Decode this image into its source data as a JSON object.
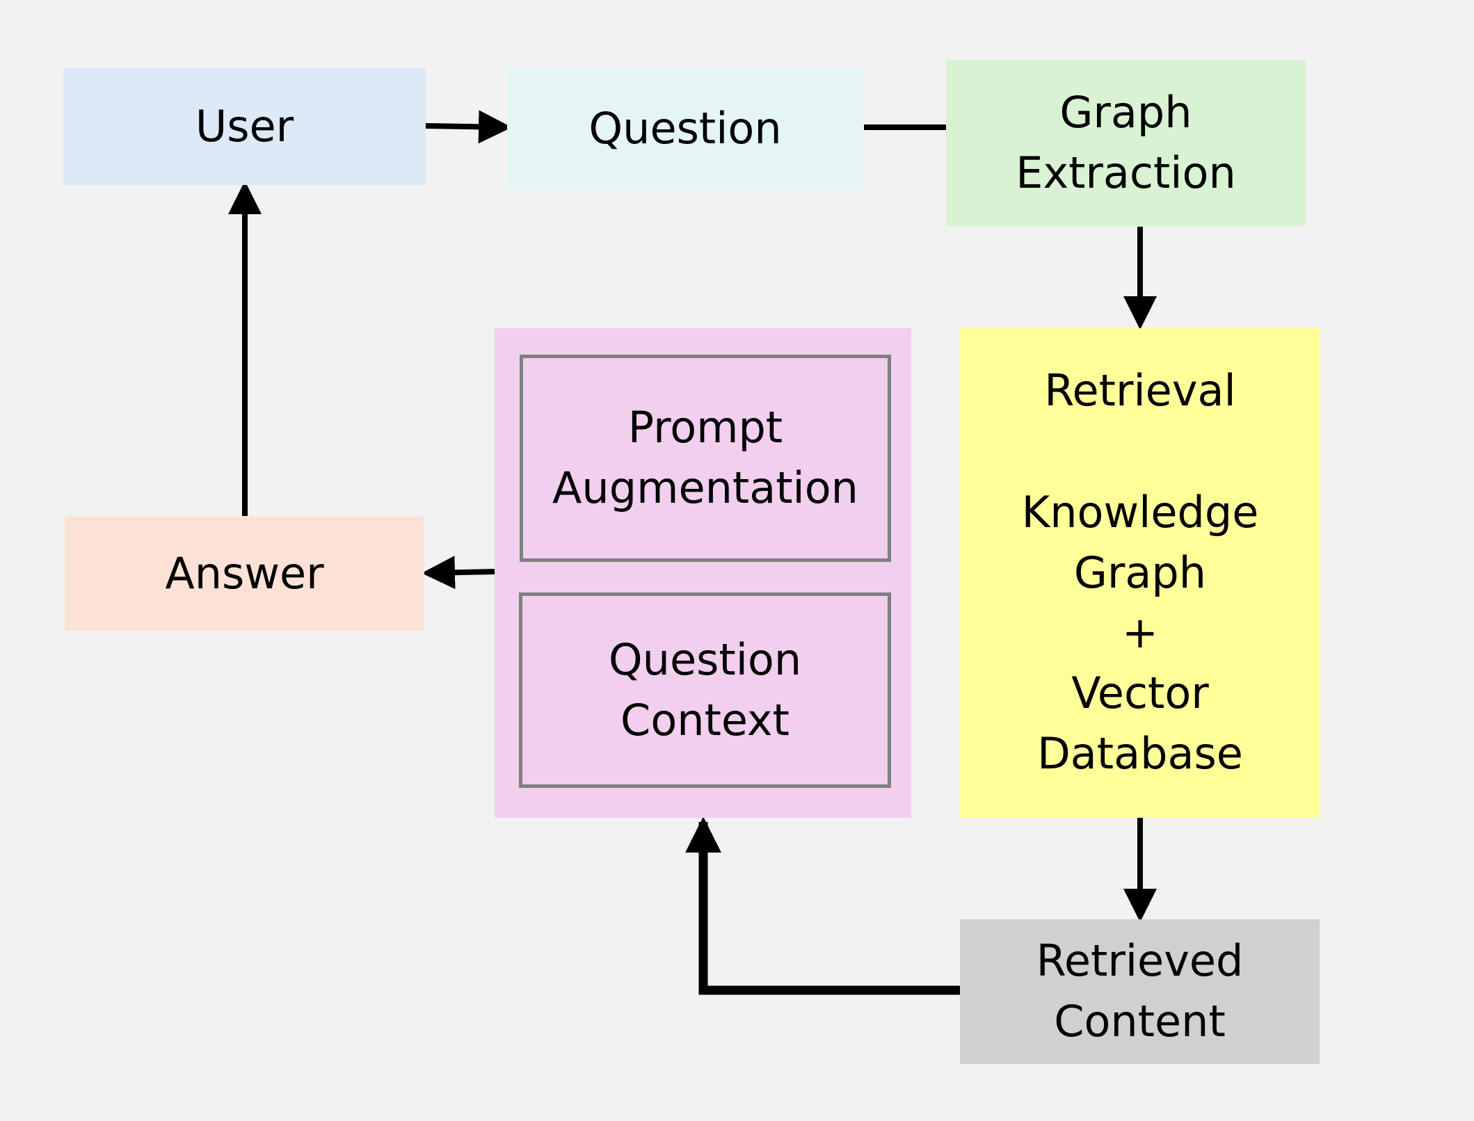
{
  "nodes": {
    "user": {
      "label": "User",
      "color": "#dde9f6"
    },
    "question": {
      "label": "Question",
      "color": "#e5f5f5"
    },
    "graph_extraction": {
      "line1": "Graph",
      "line2": "Extraction",
      "color": "#d9f2d3"
    },
    "retrieval": {
      "title": "Retrieval",
      "line1": "Knowledge",
      "line2": "Graph",
      "line3": "+",
      "line4": "Vector",
      "line5": "Database",
      "color": "#ffff99"
    },
    "augmentation_group": {
      "color": "#f2cfee",
      "prompt": {
        "line1": "Prompt",
        "line2": "Augmentation"
      },
      "context": {
        "line1": "Question",
        "line2": "Context"
      }
    },
    "answer": {
      "label": "Answer",
      "color": "#fce2d6"
    },
    "retrieved_content": {
      "line1": "Retrieved",
      "line2": "Content",
      "color": "#d0d0d0"
    }
  },
  "edges": [
    {
      "from": "user",
      "to": "question"
    },
    {
      "from": "question",
      "to": "graph_extraction"
    },
    {
      "from": "graph_extraction",
      "to": "retrieval"
    },
    {
      "from": "retrieval",
      "to": "retrieved_content"
    },
    {
      "from": "retrieved_content",
      "to": "augmentation_group"
    },
    {
      "from": "augmentation_group",
      "to": "answer"
    },
    {
      "from": "answer",
      "to": "user"
    }
  ]
}
